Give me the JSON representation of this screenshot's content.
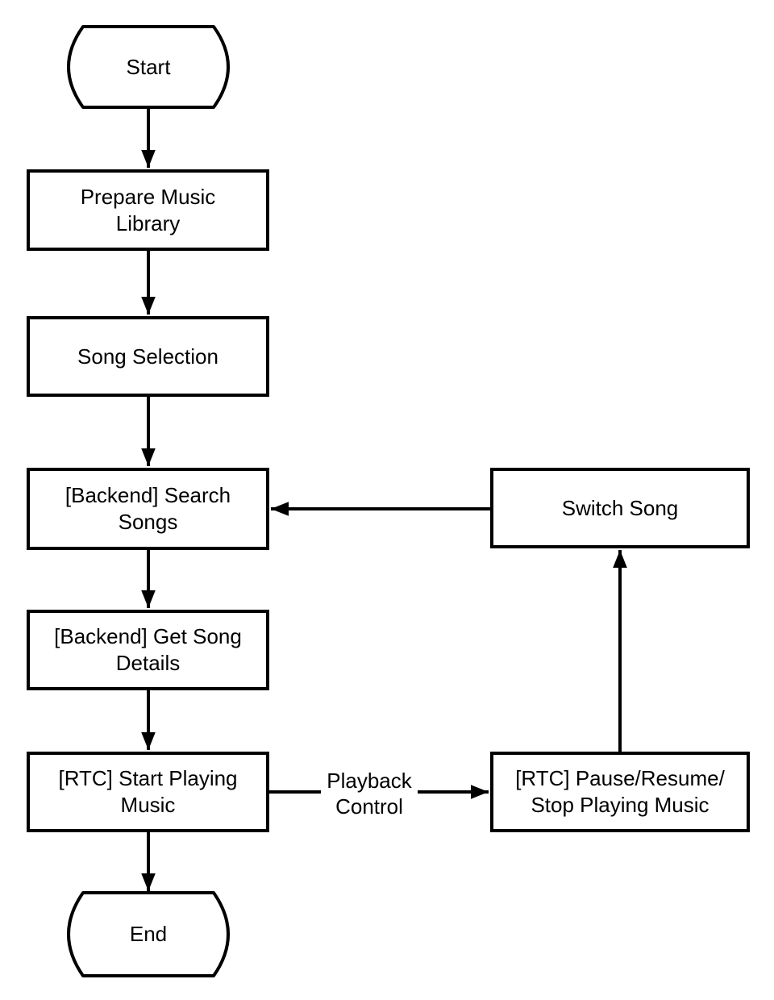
{
  "page": {
    "background_color": "#ffffff",
    "stroke_color": "#000000",
    "text_color": "#000000"
  },
  "diagram": {
    "type": "flowchart",
    "nodes": {
      "start": {
        "label": "Start",
        "shape": "terminator"
      },
      "prepare_music_library": {
        "label": "Prepare Music\nLibrary",
        "shape": "process"
      },
      "song_selection": {
        "label": "Song Selection",
        "shape": "process"
      },
      "backend_search_songs": {
        "label": "[Backend] Search\nSongs",
        "shape": "process"
      },
      "backend_get_song_details": {
        "label": "[Backend] Get Song\nDetails",
        "shape": "process"
      },
      "rtc_start_playing_music": {
        "label": "[RTC] Start Playing\nMusic",
        "shape": "process"
      },
      "end": {
        "label": "End",
        "shape": "terminator"
      },
      "switch_song": {
        "label": "Switch Song",
        "shape": "process"
      },
      "rtc_pause_resume_stop": {
        "label": "[RTC] Pause/Resume/\nStop Playing Music",
        "shape": "process"
      }
    },
    "edges": [
      {
        "from": "start",
        "to": "prepare_music_library",
        "label": ""
      },
      {
        "from": "prepare_music_library",
        "to": "song_selection",
        "label": ""
      },
      {
        "from": "song_selection",
        "to": "backend_search_songs",
        "label": ""
      },
      {
        "from": "backend_search_songs",
        "to": "backend_get_song_details",
        "label": ""
      },
      {
        "from": "backend_get_song_details",
        "to": "rtc_start_playing_music",
        "label": ""
      },
      {
        "from": "rtc_start_playing_music",
        "to": "end",
        "label": ""
      },
      {
        "from": "rtc_start_playing_music",
        "to": "rtc_pause_resume_stop",
        "label": "Playback\nControl"
      },
      {
        "from": "rtc_pause_resume_stop",
        "to": "switch_song",
        "label": ""
      },
      {
        "from": "switch_song",
        "to": "backend_search_songs",
        "label": ""
      }
    ]
  }
}
